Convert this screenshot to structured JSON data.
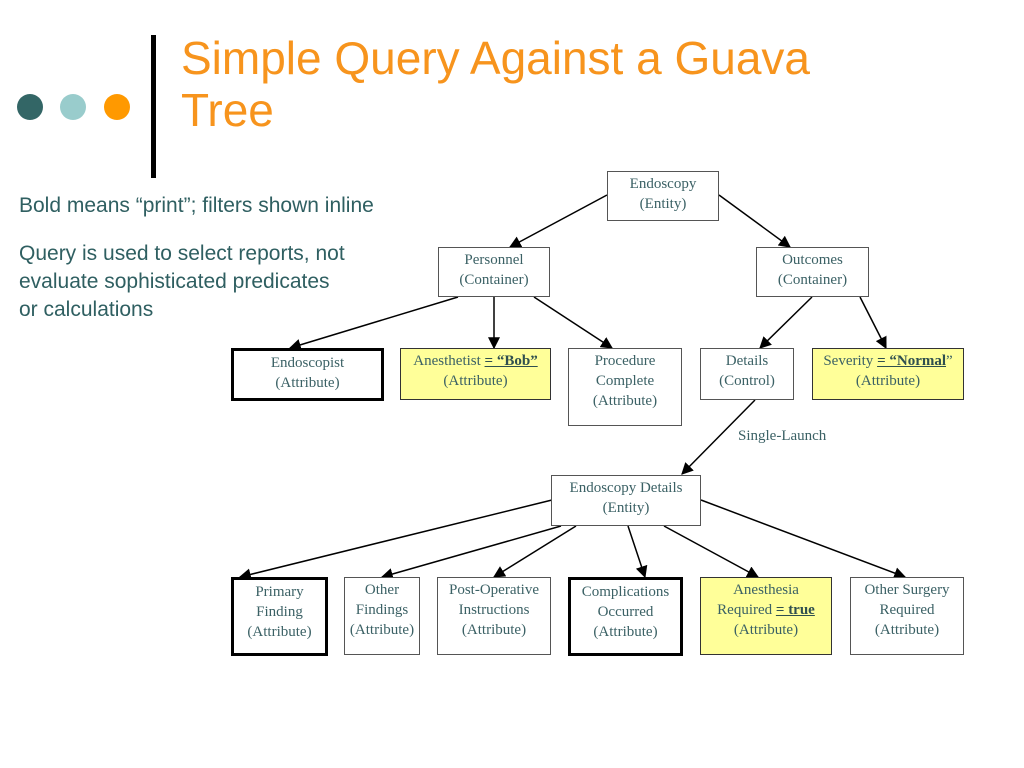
{
  "slide": {
    "title": "Simple Query Against a Guava Tree",
    "title_lines": [
      "Simple Query Against a Guava",
      "Tree"
    ],
    "colors": {
      "title": "#f7941d",
      "body_text": "#2f5f61",
      "dot_dark": "#336666",
      "dot_light": "#99cccc",
      "dot_orange": "#ff9900",
      "filter_fill": "#ffff99"
    },
    "bullets": [
      {
        "lines": [
          "Bold means “print”; filters shown inline"
        ]
      },
      {
        "lines": [
          "Query is used to select reports, not",
          "evaluate sophisticated predicates",
          "or calculations"
        ]
      }
    ]
  },
  "tree": {
    "nodes": {
      "endoscopy": {
        "lines": [
          "Endoscopy",
          "(Entity)"
        ]
      },
      "personnel": {
        "lines": [
          "Personnel",
          "(Container)"
        ]
      },
      "outcomes": {
        "lines": [
          "Outcomes",
          "(Container)"
        ]
      },
      "endoscopist": {
        "lines": [
          "Endoscopist",
          "(Attribute)"
        ],
        "print": true
      },
      "anesthetist": {
        "label": "Anesthetist ",
        "filter": "= “Bob”",
        "type": "(Attribute)"
      },
      "procedure_complete": {
        "lines": [
          "Procedure",
          "Complete",
          "(Attribute)"
        ]
      },
      "details": {
        "lines": [
          "Details",
          "(Control)"
        ]
      },
      "severity": {
        "label": "Severity ",
        "filter": "= “Normal",
        "suffix": "”",
        "type": "(Attribute)"
      },
      "endoscopy_details": {
        "lines": [
          "Endoscopy Details",
          "(Entity)"
        ]
      },
      "primary_finding": {
        "lines": [
          "Primary",
          "Finding",
          "(Attribute)"
        ],
        "print": true
      },
      "other_findings": {
        "lines": [
          "Other",
          "Findings",
          "(Attribute)"
        ]
      },
      "post_operative": {
        "lines": [
          "Post-Operative",
          "Instructions",
          "(Attribute)"
        ]
      },
      "complications": {
        "lines": [
          "Complications",
          "Occurred",
          "(Attribute)"
        ],
        "print": true
      },
      "anesthesia_required": {
        "line1": "Anesthesia",
        "label": "Required ",
        "filter": "= true",
        "type": "(Attribute)"
      },
      "other_surgery": {
        "lines": [
          "Other Surgery",
          "Required",
          "(Attribute)"
        ]
      }
    },
    "edges": [
      {
        "from": "endoscopy",
        "to": "personnel"
      },
      {
        "from": "endoscopy",
        "to": "outcomes"
      },
      {
        "from": "personnel",
        "to": "endoscopist"
      },
      {
        "from": "personnel",
        "to": "anesthetist"
      },
      {
        "from": "personnel",
        "to": "procedure_complete"
      },
      {
        "from": "outcomes",
        "to": "details"
      },
      {
        "from": "outcomes",
        "to": "severity"
      },
      {
        "from": "details",
        "to": "endoscopy_details",
        "label": "Single-Launch"
      },
      {
        "from": "endoscopy_details",
        "to": "primary_finding"
      },
      {
        "from": "endoscopy_details",
        "to": "other_findings"
      },
      {
        "from": "endoscopy_details",
        "to": "post_operative"
      },
      {
        "from": "endoscopy_details",
        "to": "complications"
      },
      {
        "from": "endoscopy_details",
        "to": "anesthesia_required"
      },
      {
        "from": "endoscopy_details",
        "to": "other_surgery"
      }
    ]
  }
}
